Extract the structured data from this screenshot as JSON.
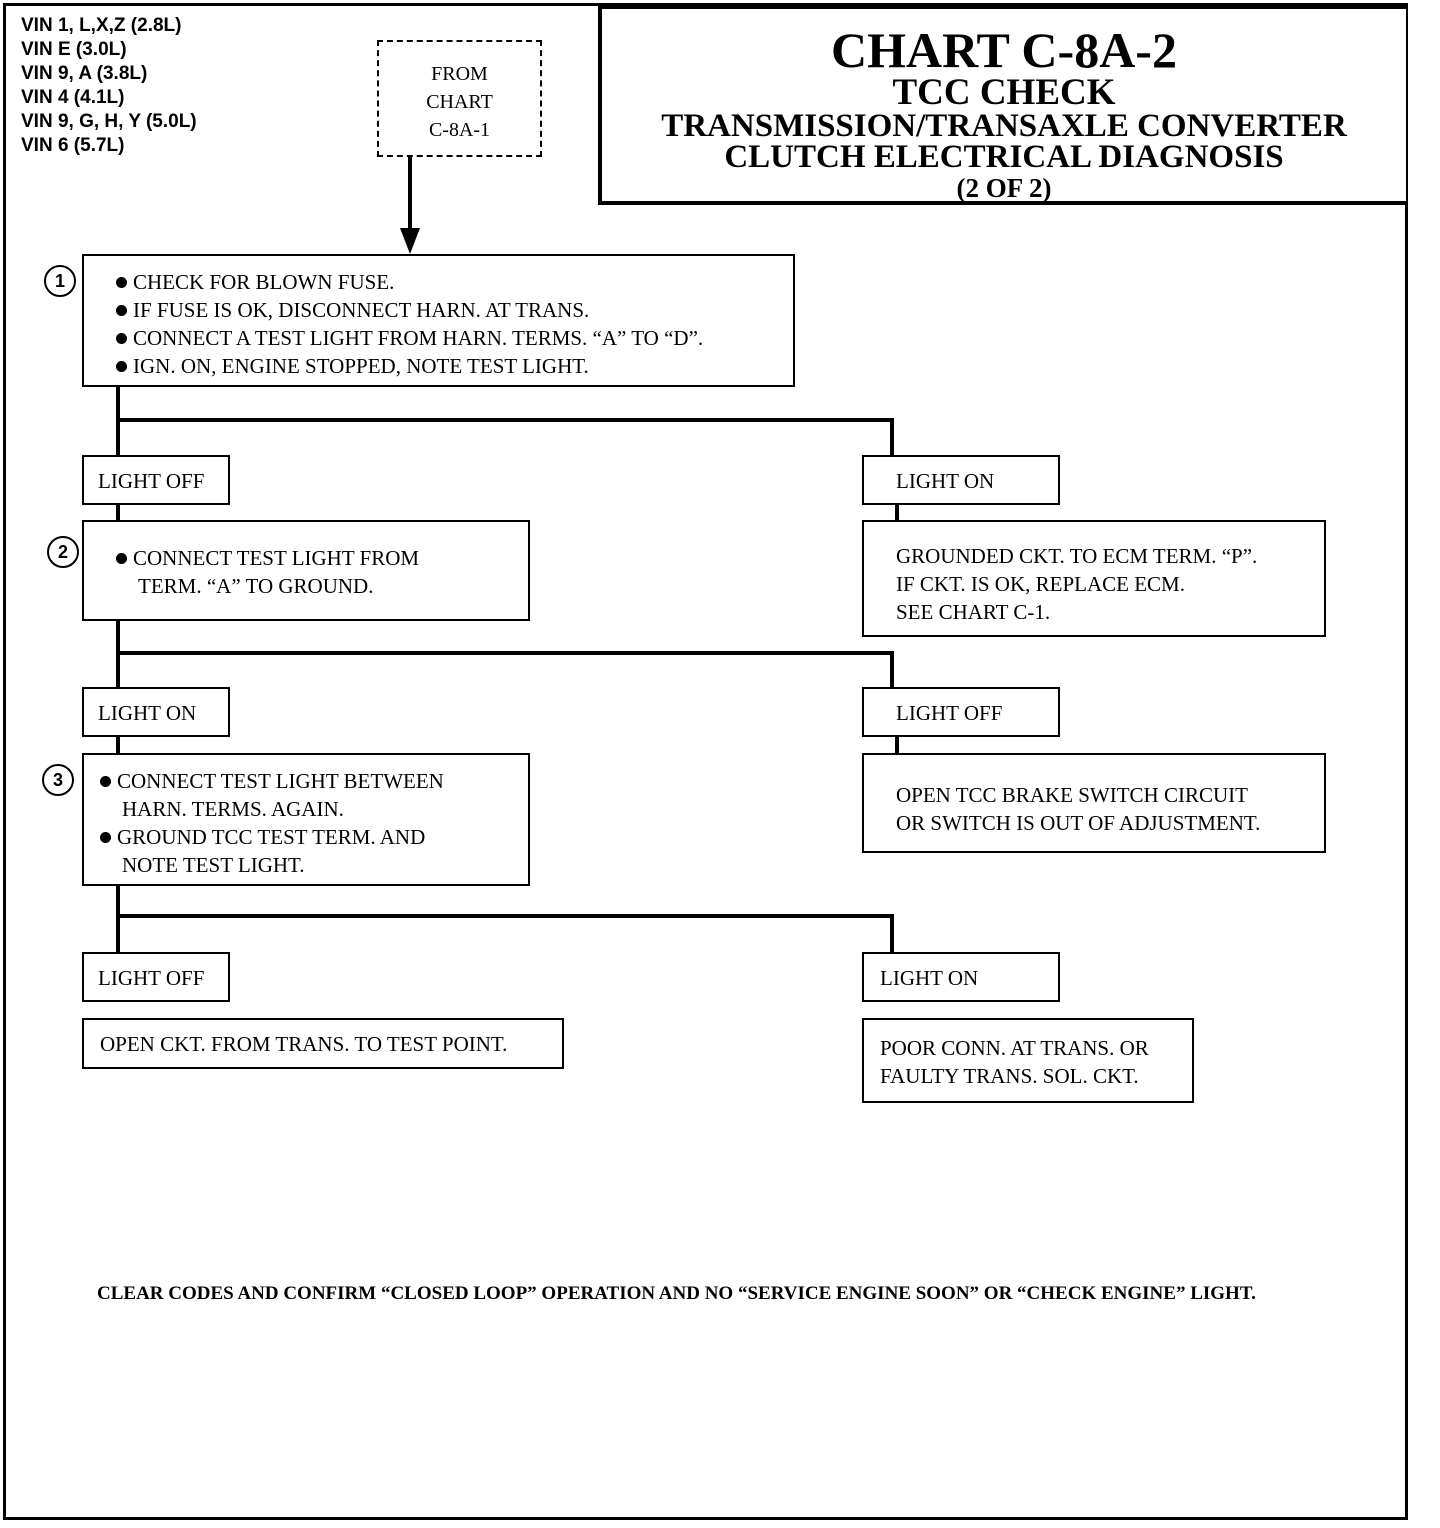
{
  "vin_list": [
    "VIN 1, L,X,Z (2.8L)",
    "VIN E (3.0L)",
    "VIN 9, A (3.8L)",
    "VIN 4 (4.1L)",
    "VIN 9, G, H, Y (5.0L)",
    "VIN 6 (5.7L)"
  ],
  "title": {
    "line1": "CHART C-8A-2",
    "line2": "TCC CHECK",
    "line3": "TRANSMISSION/TRANSAXLE CONVERTER",
    "line4": "CLUTCH ELECTRICAL DIAGNOSIS",
    "line5": "(2 OF 2)"
  },
  "from_chart": {
    "line1": "FROM",
    "line2": "CHART",
    "line3": "C-8A-1"
  },
  "step1": {
    "number": "1",
    "lines": [
      "CHECK FOR BLOWN FUSE.",
      "IF FUSE IS OK, DISCONNECT HARN. AT TRANS.",
      "CONNECT A TEST LIGHT FROM HARN. TERMS. “A” TO “D”.",
      "IGN. ON, ENGINE STOPPED, NOTE TEST LIGHT."
    ]
  },
  "branch1": {
    "left_label": "LIGHT OFF",
    "right_label": "LIGHT ON",
    "right_result": [
      "GROUNDED CKT. TO ECM TERM. “P”.",
      "IF CKT. IS OK, REPLACE ECM.",
      "SEE CHART C-1."
    ]
  },
  "step2": {
    "number": "2",
    "lines": [
      "CONNECT TEST LIGHT FROM",
      "TERM. “A” TO GROUND."
    ]
  },
  "branch2": {
    "left_label": "LIGHT ON",
    "right_label": "LIGHT OFF",
    "right_result": [
      "OPEN TCC BRAKE SWITCH CIRCUIT",
      "OR SWITCH IS OUT OF ADJUSTMENT."
    ]
  },
  "step3": {
    "number": "3",
    "lines": [
      "CONNECT TEST LIGHT BETWEEN",
      "HARN. TERMS. AGAIN.",
      "GROUND TCC TEST TERM. AND",
      "NOTE TEST LIGHT."
    ]
  },
  "branch3": {
    "left_label": "LIGHT OFF",
    "left_result": "OPEN CKT. FROM TRANS. TO TEST POINT.",
    "right_label": "LIGHT ON",
    "right_result": [
      "POOR CONN. AT TRANS. OR",
      "FAULTY TRANS. SOL. CKT."
    ]
  },
  "footer": "CLEAR CODES AND CONFIRM “CLOSED LOOP” OPERATION AND NO “SERVICE ENGINE SOON” OR “CHECK ENGINE” LIGHT."
}
